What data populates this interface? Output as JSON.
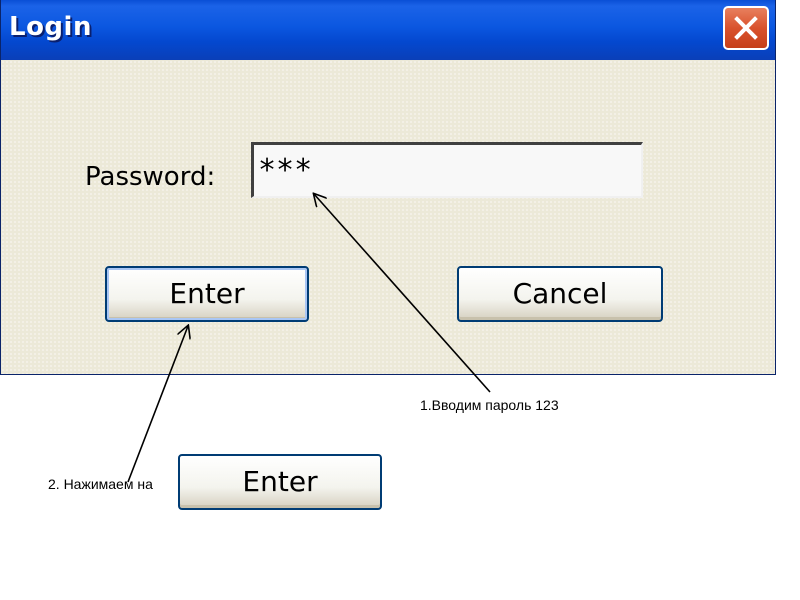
{
  "window": {
    "title": "Login"
  },
  "form": {
    "password_label": "Password:",
    "password_value": "***"
  },
  "buttons": {
    "enter_label": "Enter",
    "cancel_label": "Cancel"
  },
  "annotations": {
    "step1": "1.Вводим пароль 123",
    "step2": "2. Нажимаем на",
    "step2_button_label": "Enter"
  },
  "colors": {
    "titlebar": "#0b57e0",
    "window_body": "#ece9d8",
    "close_button": "#d9522d",
    "button_border": "#003c74"
  },
  "icons": {
    "close": "close-x-icon",
    "arrow": "arrow-pointer-icon"
  }
}
